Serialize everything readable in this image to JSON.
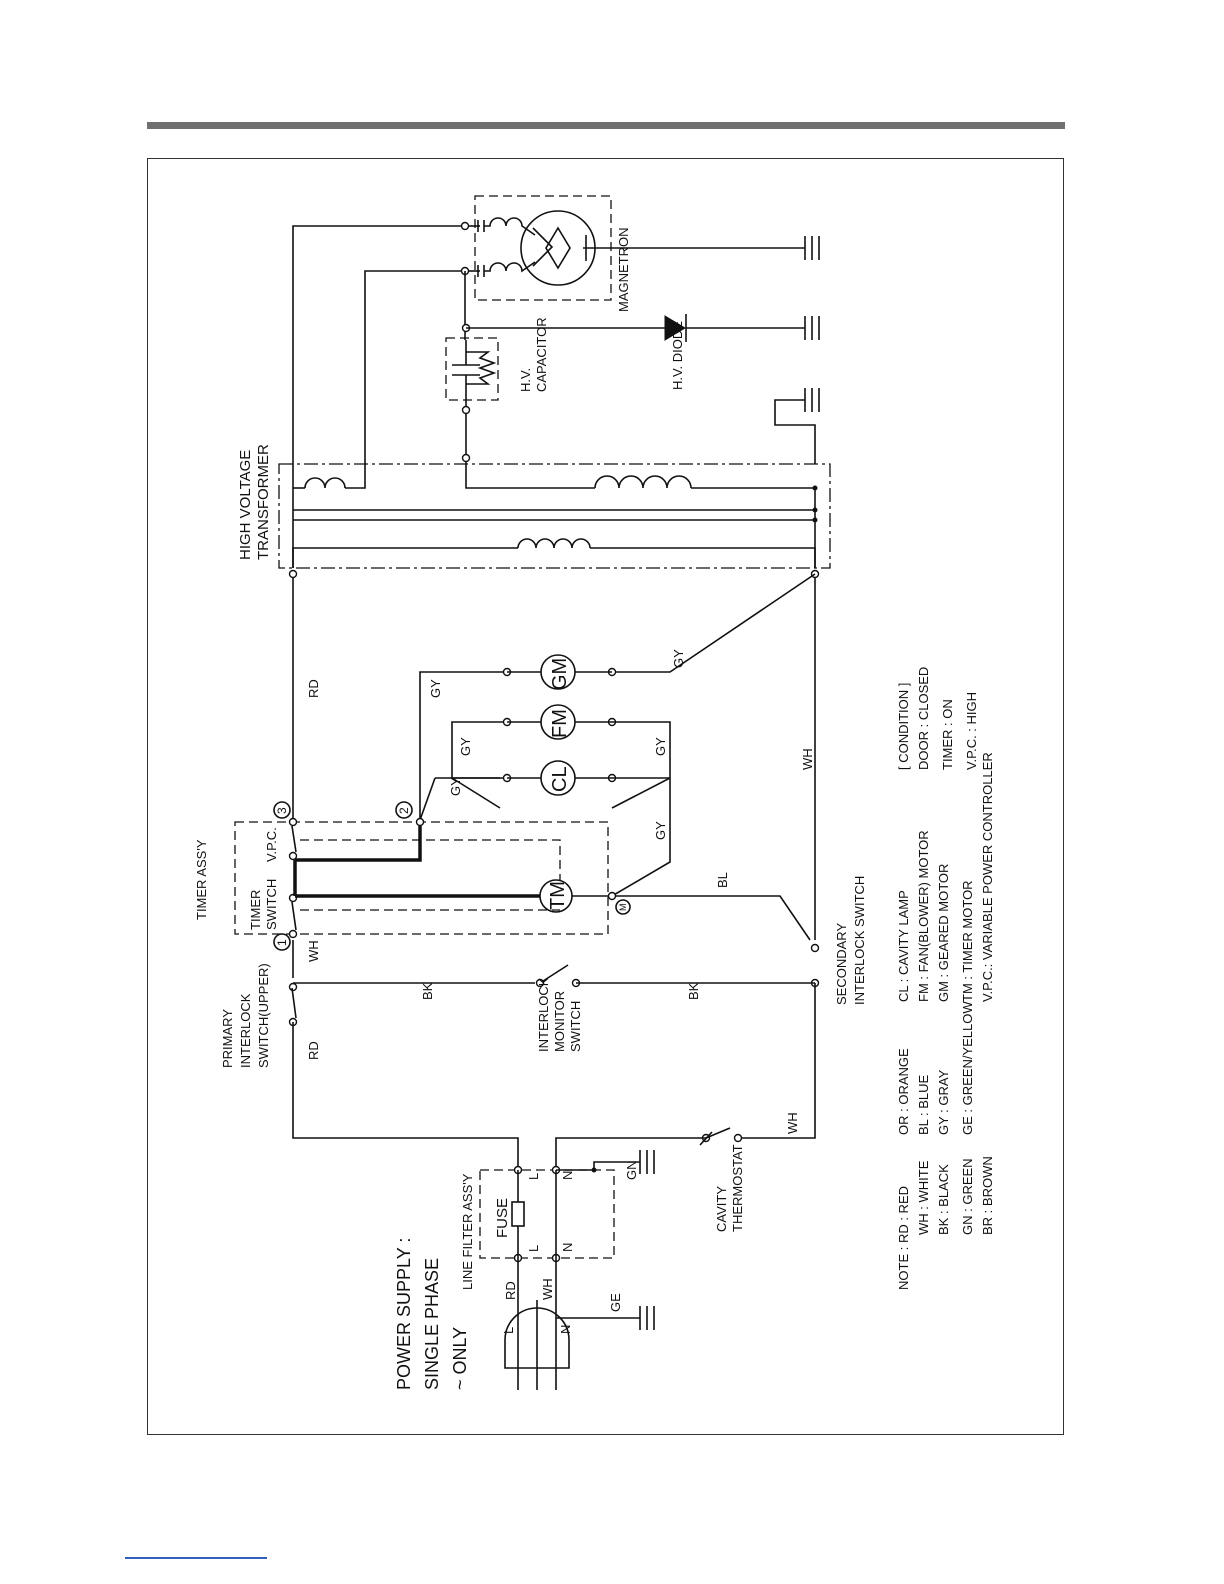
{
  "labels": {
    "high_voltage_transformer": [
      "HIGH VOLTAGE",
      "TRANSFORMER"
    ],
    "magnetron": "MAGNETRON",
    "hv_capacitor": [
      "H.V.",
      "CAPACITOR"
    ],
    "hv_diode": "H.V. DIODE",
    "timer_assy": "TIMER ASS'Y",
    "timer_switch": [
      "TIMER",
      "SWITCH"
    ],
    "vpc": "V.P.C.",
    "primary_interlock": [
      "PRIMARY",
      "INTERLOCK",
      "SWITCH(UPPER)"
    ],
    "interlock_monitor": [
      "INTERLOCK",
      "MONITOR",
      "SWITCH"
    ],
    "secondary_interlock": [
      "SECONDARY",
      "INTERLOCK  SWITCH"
    ],
    "line_filter": "LINE FILTER ASS'Y",
    "fuse": "FUSE",
    "cavity_thermostat": [
      "CAVITY",
      "THERMOSTAT"
    ],
    "power_supply": [
      "POWER SUPPLY :",
      "SINGLE PHASE",
      "~ ONLY"
    ]
  },
  "components": {
    "gm": "GM",
    "fm": "FM",
    "cl": "CL",
    "tm": "TM"
  },
  "terminals": {
    "t1": "1",
    "t2": "2",
    "t3": "3",
    "tm": "M"
  },
  "wires": {
    "rd": "RD",
    "wh": "WH",
    "bk": "BK",
    "gy": "GY",
    "bl": "BL",
    "gn": "GN",
    "ge": "GE",
    "l": "L",
    "n": "N"
  },
  "notes": {
    "colors": [
      "NOTE : RD  : RED",
      "WH  : WHITE",
      "BK  : BLACK",
      "GN  : GREEN",
      "BR  : BROWN"
    ],
    "colors2": [
      "OR  : ORANGE",
      "BL  : BLUE",
      "GY  : GRAY",
      "GE  : GREEN/YELLOW"
    ],
    "abbrev": [
      "CL  : CAVITY LAMP",
      "FM  : FAN(BLOWER) MOTOR",
      "GM  : GEARED MOTOR",
      "TM  : TIMER MOTOR",
      "V.P.C.: VARIABLE POWER CONTROLLER"
    ],
    "condition": [
      "[ CONDITION ]",
      "DOOR  : CLOSED",
      "TIMER  : ON",
      "V.P.C.  : HIGH"
    ]
  }
}
